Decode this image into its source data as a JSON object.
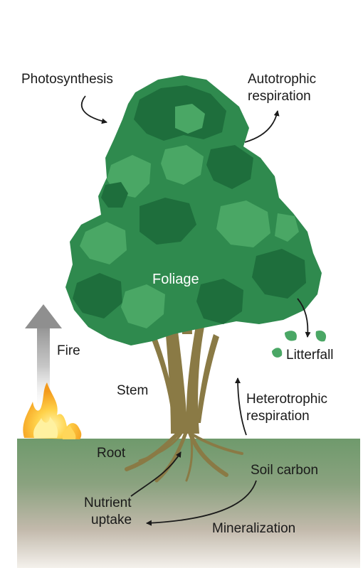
{
  "diagram": {
    "labels": {
      "photosynthesis": "Photosynthesis",
      "autotrophic_line1": "Autotrophic",
      "autotrophic_line2": "respiration",
      "foliage": "Foliage",
      "fire": "Fire",
      "litterfall": "Litterfall",
      "stem": "Stem",
      "heterotrophic_line1": "Heterotrophic",
      "heterotrophic_line2": "respiration",
      "root": "Root",
      "soil_carbon": "Soil carbon",
      "nutrient_line1": "Nutrient",
      "nutrient_line2": "uptake",
      "mineralization": "Mineralization"
    },
    "colors": {
      "foliage_dark": "#1e6e3c",
      "foliage_mid": "#2f8a4e",
      "foliage_light": "#4aa765",
      "trunk": "#8a7a45",
      "soil_top": "#6f9a6c",
      "soil_bottom": "#f2efe9",
      "fire_outer": "#f5a020",
      "fire_inner": "#ffe27a",
      "smoke": "#9a9a9a",
      "arrow": "#1a1a1a"
    }
  }
}
